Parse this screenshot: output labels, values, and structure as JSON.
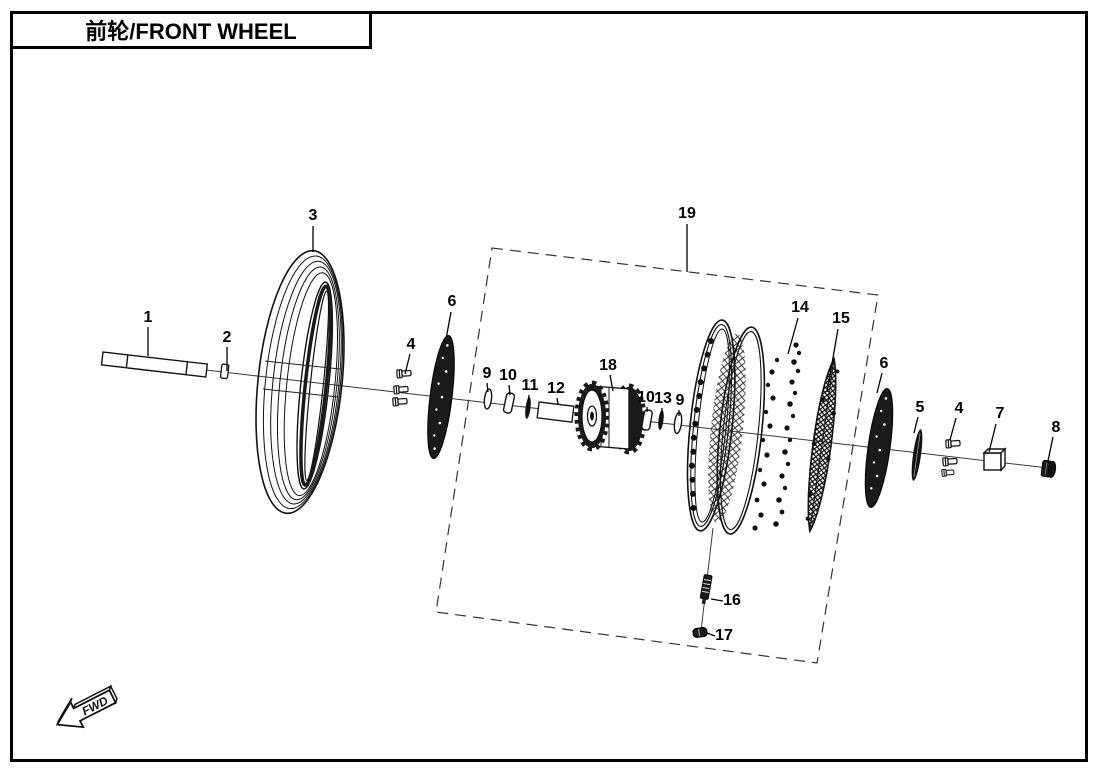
{
  "header": {
    "title": "前轮/FRONT WHEEL"
  },
  "diagram": {
    "type": "exploded-parts-diagram",
    "subject": "Front wheel assembly",
    "direction_indicator": "FWD",
    "callouts": [
      {
        "part": "1"
      },
      {
        "part": "2"
      },
      {
        "part": "3"
      },
      {
        "part": "4"
      },
      {
        "part": "6"
      },
      {
        "part": "9"
      },
      {
        "part": "10"
      },
      {
        "part": "11"
      },
      {
        "part": "12"
      },
      {
        "part": "18"
      },
      {
        "part": "10"
      },
      {
        "part": "13"
      },
      {
        "part": "9"
      },
      {
        "part": "19"
      },
      {
        "part": "14"
      },
      {
        "part": "15"
      },
      {
        "part": "6"
      },
      {
        "part": "5"
      },
      {
        "part": "4"
      },
      {
        "part": "7"
      },
      {
        "part": "8"
      },
      {
        "part": "16"
      },
      {
        "part": "17"
      }
    ]
  }
}
